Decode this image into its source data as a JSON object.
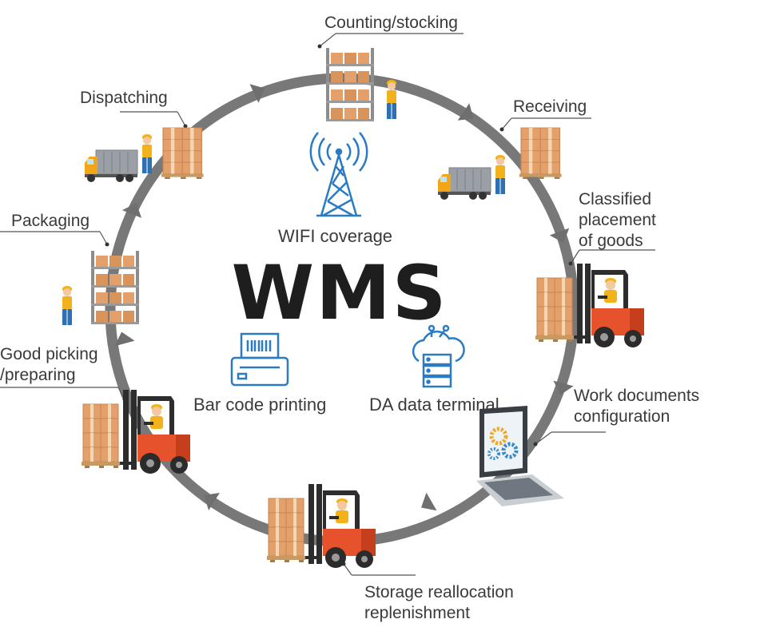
{
  "center": {
    "title": "WMS",
    "wifi_label": "WIFI coverage",
    "barcode_label": "Bar code printing",
    "terminal_label": "DA data terminal"
  },
  "stages": {
    "counting": "Counting/stocking",
    "receiving": "Receiving",
    "classified_1": "Classified",
    "classified_2": "placement",
    "classified_3": "of goods",
    "work_docs_1": "Work documents",
    "work_docs_2": "configuration",
    "storage_1": "Storage reallocation",
    "storage_2": "replenishment",
    "picking_1": "Good picking",
    "picking_2": "/preparing",
    "packaging": "Packaging",
    "dispatching": "Dispatching"
  },
  "colors": {
    "ring": "#787878",
    "box": "#e3a06a",
    "box_dark": "#c98550",
    "forklift_body": "#e5522c",
    "mast": "#2d2d2d",
    "icon_blue": "#2a7bc4",
    "text": "#3a3a3a"
  },
  "icons": [
    "antenna-icon",
    "barcode-printer-icon",
    "cloud-server-icon",
    "laptop-gears-icon",
    "forklift-icon",
    "truck-icon",
    "shelf-icon",
    "worker-icon"
  ]
}
